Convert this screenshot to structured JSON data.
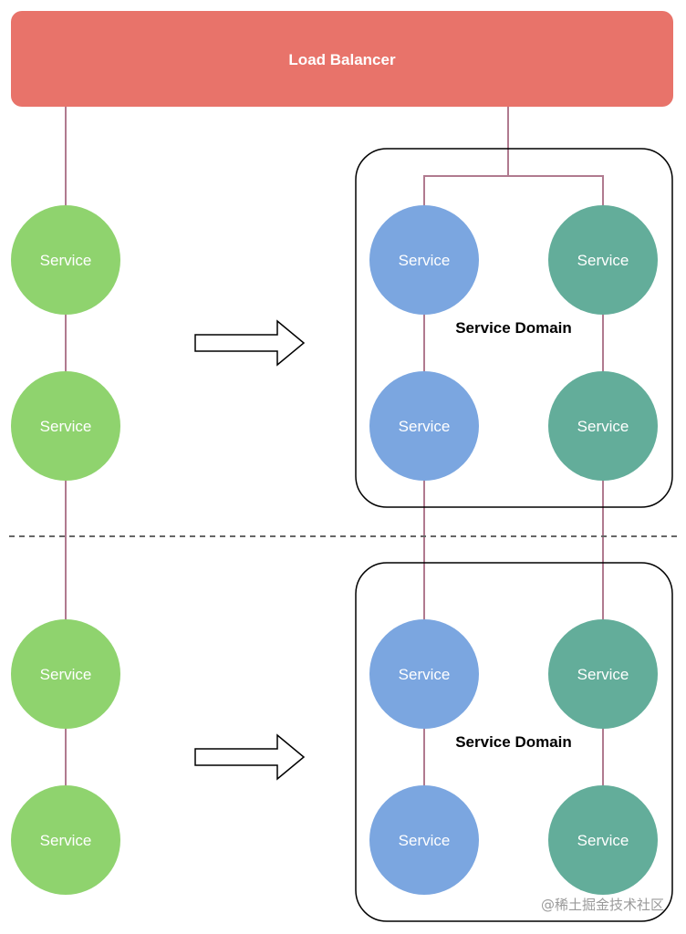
{
  "load_balancer": {
    "label": "Load Balancer",
    "color": "#e8736a"
  },
  "connector_color": "#b07a8f",
  "colors": {
    "green": "#8fd36e",
    "blue": "#7ba6e0",
    "teal": "#63ad9a"
  },
  "service_label": "Service",
  "domain_label": "Service Domain",
  "left_services": [
    {
      "label": "Service"
    },
    {
      "label": "Service"
    },
    {
      "label": "Service"
    },
    {
      "label": "Service"
    }
  ],
  "domain_top": {
    "label": "Service Domain",
    "services": [
      {
        "label": "Service",
        "color": "blue"
      },
      {
        "label": "Service",
        "color": "teal"
      },
      {
        "label": "Service",
        "color": "blue"
      },
      {
        "label": "Service",
        "color": "teal"
      }
    ]
  },
  "domain_bottom": {
    "label": "Service Domain",
    "services": [
      {
        "label": "Service",
        "color": "blue"
      },
      {
        "label": "Service",
        "color": "teal"
      },
      {
        "label": "Service",
        "color": "blue"
      },
      {
        "label": "Service",
        "color": "teal"
      }
    ]
  },
  "watermark": "@稀土掘金技术社区"
}
